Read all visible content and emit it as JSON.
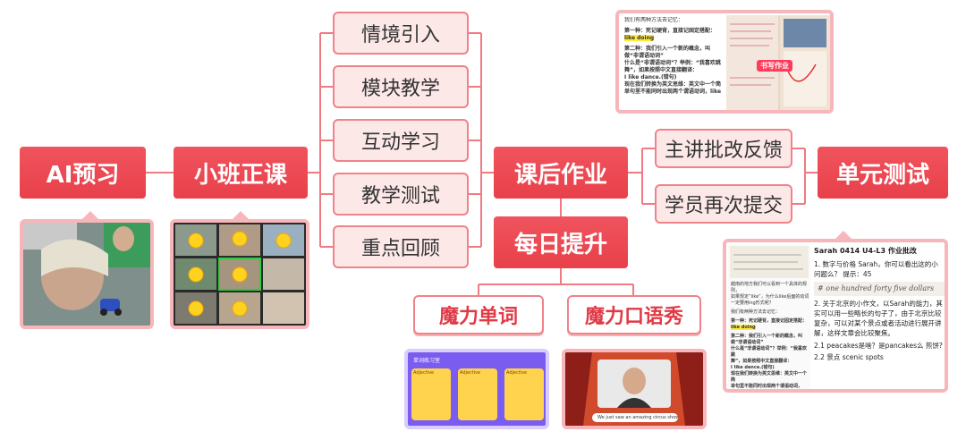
{
  "nodes": {
    "ai_preview": "AI预习",
    "small_class": "小班正课",
    "homework": "课后作业",
    "daily_improve": "每日提升",
    "unit_test": "单元测试",
    "magic_words": "魔力单词",
    "magic_speaking": "魔力口语秀"
  },
  "class_steps": [
    "情境引入",
    "模块教学",
    "互动学习",
    "教学测试",
    "重点回顾"
  ],
  "feedback_steps": [
    "主讲批改反馈",
    "学员再次提交"
  ],
  "homework_card": {
    "lines": [
      "我们有两种方法去记忆：",
      "第一种：死记硬背，直接记固定搭配：",
      "like doing",
      "第二种：我们引入一个新的概念，叫",
      "做“非谓语动词”",
      "什么是“非谓语动词”？举例：“我喜欢跳",
      "舞”，如果按照中文直接翻译：",
      "I like dance.(错句)",
      "现在我们转换为英文思维：英文中一个简",
      "单句里不能同时出现两个谓语动词，like"
    ],
    "badge": "书写作业"
  },
  "grading_card": {
    "title": "Sarah 0414 U4-L3 作业批改",
    "items": [
      "1. 数字与价格 Sarah，你可以看出这的小问题么？ 提示：45",
      "2. 关于北京的小作文，以Sarah的能力，其实可以用一些略长的句子了，由于北京比较复杂，可以对某个景点或者活动进行展开讲解，这样文章会比较聚焦。",
      "2.1  peacakes是啥？是pancakes么  煎饼?",
      "2.2 景点 scenic spots"
    ],
    "handwriting": "# one hundred forty five dollars",
    "small_text": [
      "越南的地方我们可以看到一个具体的规则，",
      "如果规定“like”，为什么like后面的动词",
      "一定要用ing形式呢？",
      "我们有两种方法去记忆：",
      "第一种：死记硬背，直接记固定搭配：",
      "like doing",
      "第二种：我们引入一个新的概念，叫",
      "做“非谓语动词”",
      "什么是“非谓语动词”？举例：“我喜欢跳",
      "舞”，如果按照中文直接翻译：",
      "I like dance.(错句)",
      "现在我们转换为英文思维：英文中一个简",
      "单句里不能同时出现两个谓语动词，like"
    ]
  },
  "words_app": {
    "header": "单词练习室",
    "cards": [
      "Adjective",
      "Adjective",
      "Adjective"
    ]
  },
  "speaking_app": {
    "subtitle": "We just saw an amazing circus show!"
  },
  "colors": {
    "main_red": "#e8404a",
    "pink_fill": "#fde8e8",
    "pink_border": "#f0828a",
    "line": "#f07a82"
  }
}
